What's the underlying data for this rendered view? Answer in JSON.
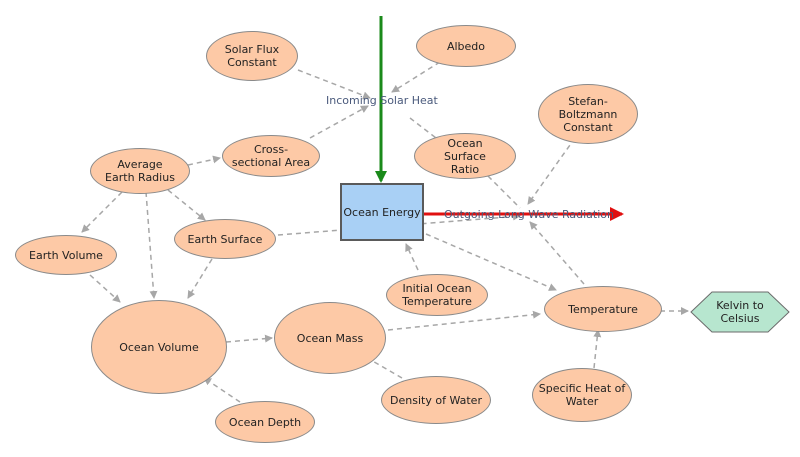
{
  "colors": {
    "variable_fill": "#fdc9a6",
    "stock_fill": "#a9d0f5",
    "converter_fill": "#b7e6cf",
    "inflow_arrow": "#1a8a1a",
    "outflow_arrow": "#e01010",
    "link": "#a7a7a7",
    "flow_label": "#4a5a7c"
  },
  "stock": {
    "label": "Ocean Energy"
  },
  "flows": {
    "incoming": "Incoming Solar Heat",
    "outgoing": "Outgoing Long Wave Radiation"
  },
  "nodes": {
    "solar_flux": "Solar Flux Constant",
    "albedo": "Albedo",
    "stefan": "Stefan-Boltzmann Constant",
    "avg_radius": "Average Earth Radius",
    "cross_area": "Cross-sectional Area",
    "ocean_surface_ratio": "Ocean Surface Ratio",
    "earth_surface": "Earth Surface",
    "earth_volume": "Earth Volume",
    "initial_temp": "Initial Ocean Temperature",
    "ocean_volume": "Ocean Volume",
    "ocean_mass": "Ocean Mass",
    "temperature": "Temperature",
    "kelvin": "Kelvin to Celsius",
    "ocean_depth": "Ocean Depth",
    "density": "Density of Water",
    "specific_heat": "Specific Heat of Water"
  }
}
